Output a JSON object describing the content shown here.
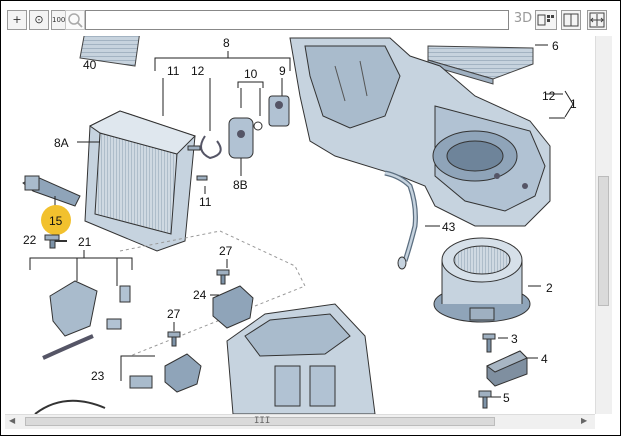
{
  "toolbar": {
    "zoom_in_label": "+",
    "zoom_fit_label": "⊙",
    "zoom_100_label": "100%",
    "search_label": "",
    "view_3d_label": "3D"
  },
  "diagram": {
    "callouts": {
      "c1": "1",
      "c2": "2",
      "c3": "3",
      "c4": "4",
      "c5": "5",
      "c6": "6",
      "c8": "8",
      "c8a": "8A",
      "c8b": "8B",
      "c9": "9",
      "c10": "10",
      "c11a": "11",
      "c11b": "11",
      "c12a": "12",
      "c12b": "12",
      "c15": "15",
      "c21": "21",
      "c22": "22",
      "c23": "23",
      "c24": "24",
      "c27a": "27",
      "c27b": "27",
      "c40": "40",
      "c43": "43"
    },
    "highlight_color": "#f2c12e",
    "part_color": "#b8c7d6",
    "part_dark": "#7d93a8"
  },
  "scrollbar": {
    "h_grip": "III"
  }
}
